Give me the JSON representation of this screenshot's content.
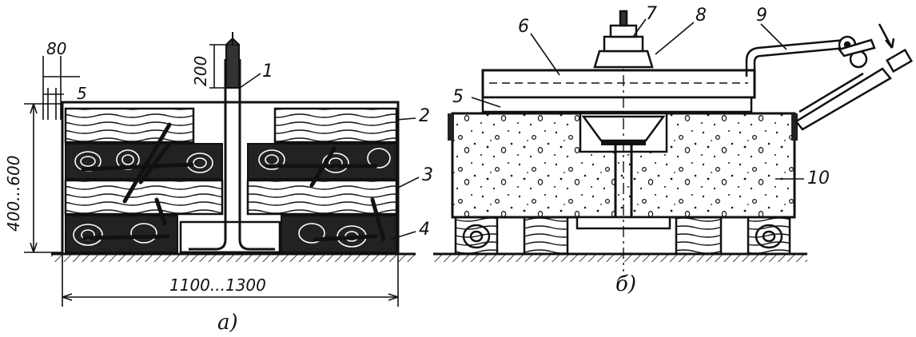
{
  "figure": {
    "panel_a": {
      "caption": "а)",
      "dimensions": {
        "width": "1100...1300",
        "height": "400...600",
        "rod_projection": "200",
        "edge_offset": "80",
        "edge_gap": "5"
      },
      "labels": [
        "1",
        "2",
        "3",
        "4"
      ]
    },
    "panel_b": {
      "caption": "б)",
      "labels": [
        "5",
        "6",
        "7",
        "8",
        "9",
        "10"
      ]
    }
  }
}
